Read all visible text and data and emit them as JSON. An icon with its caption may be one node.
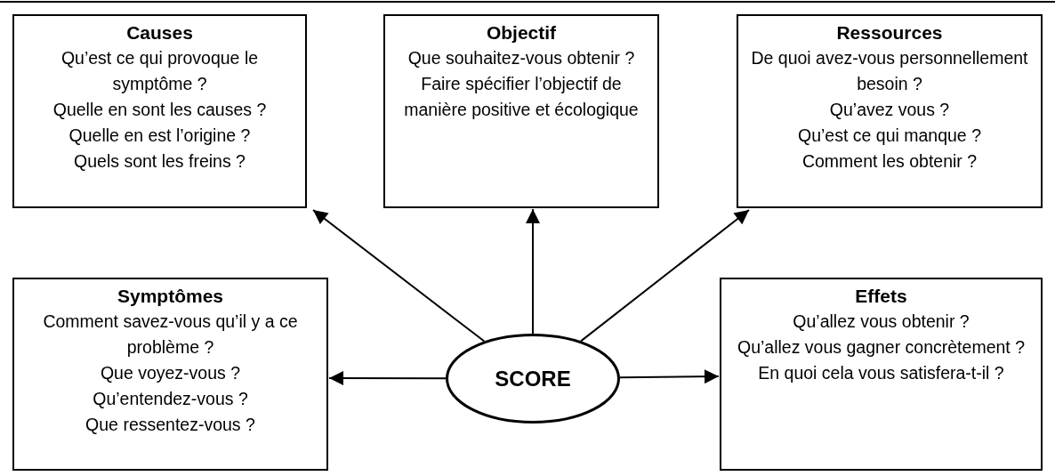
{
  "diagram": {
    "nodes": [
      {
        "text": [
          "Causes",
          "Qu’est ce qui provoque le symptôme ?",
          "Quelle en sont les causes ?",
          "Quelle en est l’origine ?",
          "Quels sont les freins ?"
        ]
      },
      {
        "text": [
          "Objectif",
          "Que souhaitez-vous obtenir ?",
          "Faire spécifier l’objectif de manière positive et écologique"
        ]
      },
      {
        "text": [
          "Ressources",
          "De quoi avez-vous personnellement besoin ?",
          "Qu’avez vous ?",
          "Qu’est ce qui manque ?",
          "Comment les obtenir ?"
        ]
      },
      {
        "text": [
          "Symptômes",
          "Comment savez-vous qu’il y a ce problème ?",
          "Que voyez-vous ?",
          "Qu’entendez-vous ?",
          "Que ressentez-vous ?"
        ]
      },
      {
        "text": [
          "SCORE"
        ]
      },
      {
        "text": [
          "Effets",
          "Qu’allez vous obtenir ?",
          "Qu’allez vous gagner concrètement ?",
          "En quoi cela vous satisfera-t-il ?"
        ]
      }
    ],
    "edges": [
      {
        "from": 4,
        "to": 0,
        "arrow": "to"
      },
      {
        "from": 4,
        "to": 1,
        "arrow": "to"
      },
      {
        "from": 4,
        "to": 2,
        "arrow": "to"
      },
      {
        "from": 4,
        "to": 3,
        "arrow": "to"
      },
      {
        "from": 4,
        "to": 5,
        "arrow": "to"
      }
    ]
  }
}
